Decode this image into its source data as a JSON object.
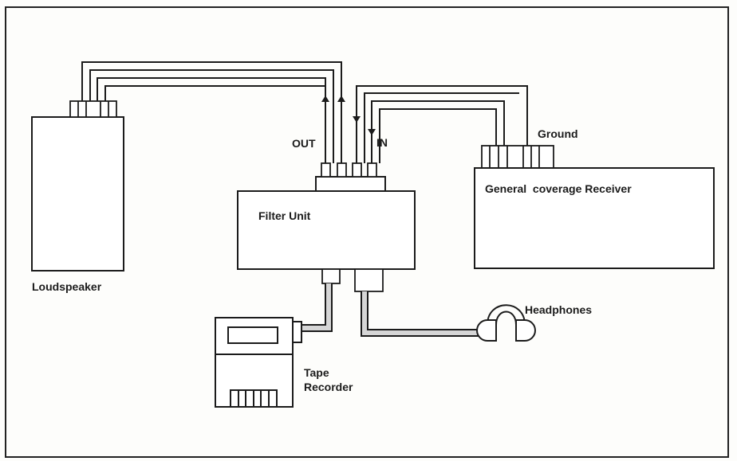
{
  "labels": {
    "loudspeaker": "Loudspeaker",
    "filter_unit": "Filter Unit",
    "out": "OUT",
    "in": "IN",
    "ground": "Ground",
    "receiver": "General  coverage Receiver",
    "headphones": "Headphones",
    "tape_line1": "Tape",
    "tape_line2": "Recorder"
  },
  "colors": {
    "ink": "#1b1b1b",
    "background": "#fdfdfb",
    "cable_fill": "#d6d6d6"
  }
}
